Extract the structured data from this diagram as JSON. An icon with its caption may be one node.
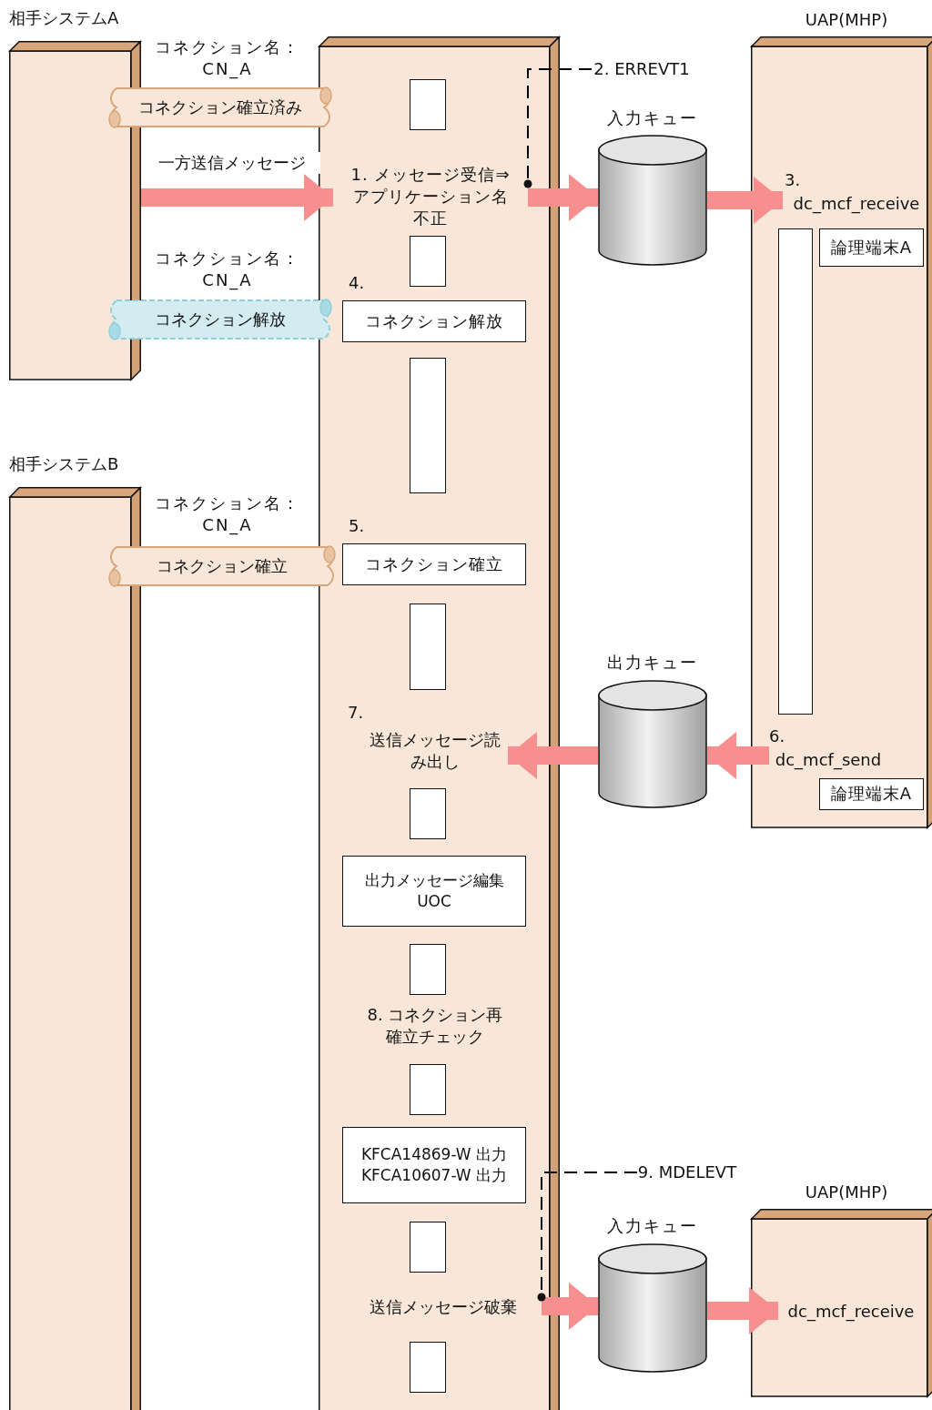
{
  "diagram": {
    "nodes": [
      {
        "text": [
          "相手システムA"
        ]
      },
      {
        "text": [],
        "shape": "box"
      },
      {
        "text": [
          "UAP(MHP)"
        ]
      },
      {
        "text": [
          "コネクション確立済み"
        ],
        "beside": [
          "コネクション名：CN_A"
        ]
      },
      {
        "text": [],
        "shape": "box",
        "in": 1
      },
      {
        "text": [
          "1. メッセージ受信⇒アプリケーション名不正"
        ],
        "in": 1
      },
      {
        "text": [
          "2. ERREVT1"
        ]
      },
      {
        "text": [],
        "shape": "cylinder",
        "beside": [
          "入力キュー"
        ]
      },
      {
        "text": [
          "dc_mcf_receive"
        ],
        "in": 2,
        "beside": [
          "3."
        ]
      },
      {
        "text": [
          "論理端末A"
        ],
        "in": 2
      },
      {
        "text": [],
        "shape": "box",
        "in": 2
      },
      {
        "text": [],
        "shape": "box",
        "in": 1
      },
      {
        "text": [
          "コネクション解放"
        ],
        "beside": [
          "コネクション名：CN_A"
        ]
      },
      {
        "text": [
          "コネクション解放"
        ],
        "in": 1,
        "beside": [
          "4."
        ]
      },
      {
        "text": [],
        "shape": "box",
        "in": 1
      },
      {
        "text": [
          "相手システムB"
        ]
      },
      {
        "text": [
          "コネクション確立"
        ],
        "beside": [
          "コネクション名：CN_A"
        ]
      },
      {
        "text": [
          "コネクション確立"
        ],
        "in": 1,
        "beside": [
          "5."
        ]
      },
      {
        "text": [],
        "shape": "box",
        "in": 1
      },
      {
        "text": [],
        "shape": "cylinder",
        "beside": [
          "出力キュー"
        ]
      },
      {
        "text": [
          "送信メッセージ読み出し"
        ],
        "in": 1,
        "beside": [
          "7."
        ]
      },
      {
        "text": [
          "dc_mcf_send"
        ],
        "in": 2,
        "beside": [
          "6."
        ]
      },
      {
        "text": [
          "論理端末A"
        ],
        "in": 2
      },
      {
        "text": [],
        "shape": "box",
        "in": 1
      },
      {
        "text": [
          "出力メッセージ編集UOC"
        ],
        "in": 1
      },
      {
        "text": [],
        "shape": "box",
        "in": 1
      },
      {
        "text": [],
        "shape": "box",
        "in": 1
      },
      {
        "text": [
          "KFCA14869-W 出力 KFCA10607-W 出力"
        ],
        "in": 1
      },
      {
        "text": [
          "9. MDELEVT"
        ]
      },
      {
        "text": [
          "UAP(MHP)"
        ]
      },
      {
        "text": [],
        "shape": "box",
        "in": 1
      },
      {
        "text": [
          "送信メッセージ破棄"
        ],
        "in": 1
      },
      {
        "text": [],
        "shape": "cylinder",
        "beside": [
          "入力キュー"
        ]
      },
      {
        "text": [
          "dc_mcf_receive"
        ],
        "in": 29
      },
      {
        "text": [],
        "shape": "box",
        "in": 1
      }
    ],
    "edges": [
      {
        "from": 0,
        "to": 5,
        "arrow": "to",
        "label": "一方送信メッセージ"
      },
      {
        "from": 5,
        "to": 7,
        "arrow": "to"
      },
      {
        "from": 7,
        "to": 8,
        "arrow": "to"
      },
      {
        "from": 6,
        "to": 5,
        "arrow": "other",
        "style": "dashed",
        "color": "#000000"
      },
      {
        "from": 21,
        "to": 19,
        "arrow": "to"
      },
      {
        "from": 19,
        "to": 20,
        "arrow": "to"
      },
      {
        "from": 31,
        "to": 32,
        "arrow": "to"
      },
      {
        "from": 32,
        "to": 33,
        "arrow": "to"
      },
      {
        "from": 28,
        "to": 31,
        "arrow": "other",
        "style": "dashed",
        "color": "#000000"
      }
    ],
    "labels": [
      "8. コネクション再確立チェック"
    ]
  }
}
